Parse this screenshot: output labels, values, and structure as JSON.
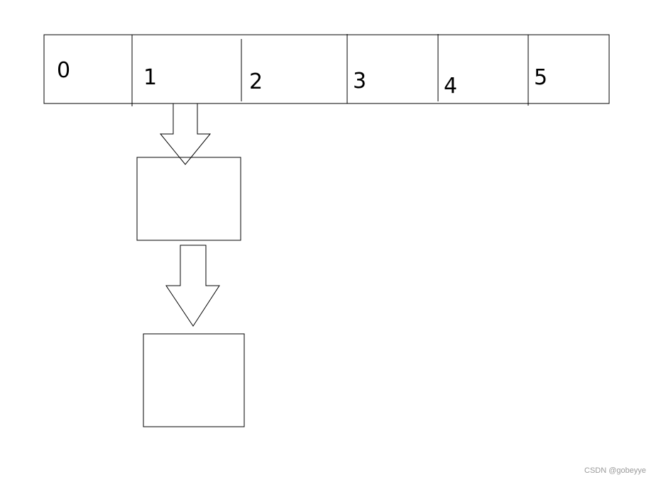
{
  "array": {
    "cells": [
      {
        "label": "0"
      },
      {
        "label": "1"
      },
      {
        "label": "2"
      },
      {
        "label": "3"
      },
      {
        "label": "4"
      },
      {
        "label": "5"
      }
    ]
  },
  "watermark": {
    "text": "CSDN @gobeyye"
  },
  "colors": {
    "stroke": "#000000",
    "background": "#ffffff",
    "watermark": "#9a9a9a"
  }
}
